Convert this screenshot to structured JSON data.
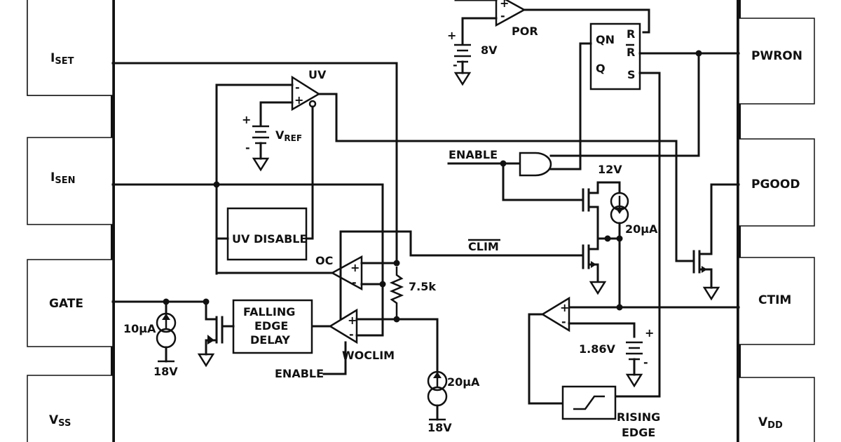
{
  "pins_left": {
    "iset": {
      "main": "I",
      "sub": "SET"
    },
    "isen": {
      "main": "I",
      "sub": "SEN"
    },
    "gate": "GATE",
    "vss": {
      "main": "V",
      "sub": "SS"
    }
  },
  "pins_right": {
    "pwron": "PWRON",
    "pgood": "PGOOD",
    "ctim": "CTIM",
    "vdd": {
      "main": "V",
      "sub": "DD"
    }
  },
  "labels": {
    "por": "POR",
    "v8": "8V",
    "uv": "UV",
    "vref": {
      "main": "V",
      "sub": "REF"
    },
    "enable_top": "ENABLE",
    "v12": "12V",
    "i20_top": "20μA",
    "clim": "CLIM",
    "uv_disable": "UV DISABLE",
    "oc": "OC",
    "r75k": "7.5k",
    "i10": "10μA",
    "v18_left": "18V",
    "falling1": "FALLING",
    "falling2": "EDGE",
    "falling3": "DELAY",
    "woclim": "WOCLIM",
    "enable_bottom": "ENABLE",
    "i20_bottom": "20μA",
    "v18_bottom": "18V",
    "v186": "1.86V",
    "rising1": "RISING",
    "rising2": "EDGE",
    "latch_qn": "QN",
    "latch_q": "Q",
    "latch_r1": "R",
    "latch_r2": "R",
    "latch_s": "S",
    "plus": "+",
    "minus": "-"
  }
}
